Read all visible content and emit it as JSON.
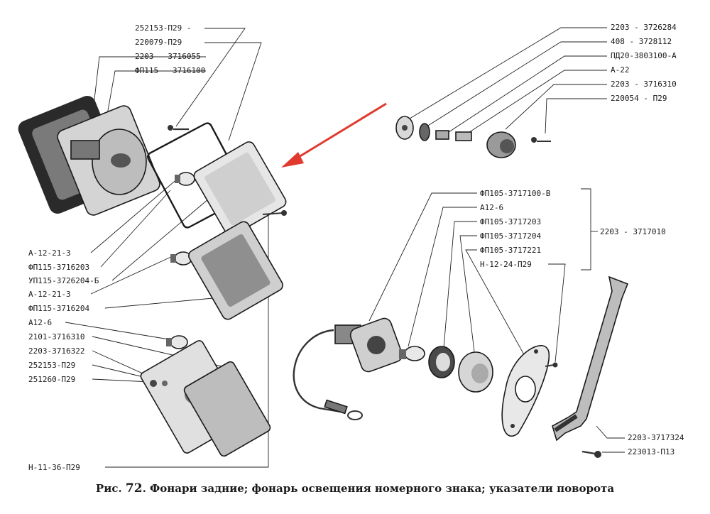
{
  "labels": {
    "top_left": {
      "l1": "252153-П29 -",
      "l2": "220079-П29",
      "l3": "2203 - 3716055",
      "l4": "ФП115 - 3716100"
    },
    "left": {
      "l1": "А-12-21-3",
      "l2": "ФП115-3716203",
      "l3": "УП115-3726204-Б",
      "l4": "А-12-21-3",
      "l5": "ФП115-3716204",
      "l6": "А12-6",
      "l7": "2101-3716310",
      "l8": "2203-3716322",
      "l9": "252153-П29",
      "l10": "251260-П29",
      "l11": "Н-11-36-П29"
    },
    "top_right": {
      "l1": "2203 - 3726284",
      "l2": "408 - 3728112",
      "l3": "ПД20-3803100-А",
      "l4": "А-22",
      "l5": "2203 - 3716310",
      "l6": "220054 - П29"
    },
    "right_mid": {
      "l1": "ФП105-3717100-В",
      "l2": "А12-6",
      "l3": "ФП105-3717203",
      "l4": "ФП105-3717204",
      "l5": "ФП105-3717221",
      "l6": "Н-12-24-П29",
      "group": "2203 - 3717010"
    },
    "bottom_right": {
      "l1": "2203-3717324",
      "l2": "223013-П13"
    }
  },
  "caption": {
    "prefix": "Рис.",
    "number": "72",
    "text": ". Фонари задние; фонарь освещения номерного знака; указатели поворота"
  },
  "colors": {
    "ink": "#1a1a1a",
    "arrow": "#e03a2f",
    "background": "#ffffff"
  }
}
